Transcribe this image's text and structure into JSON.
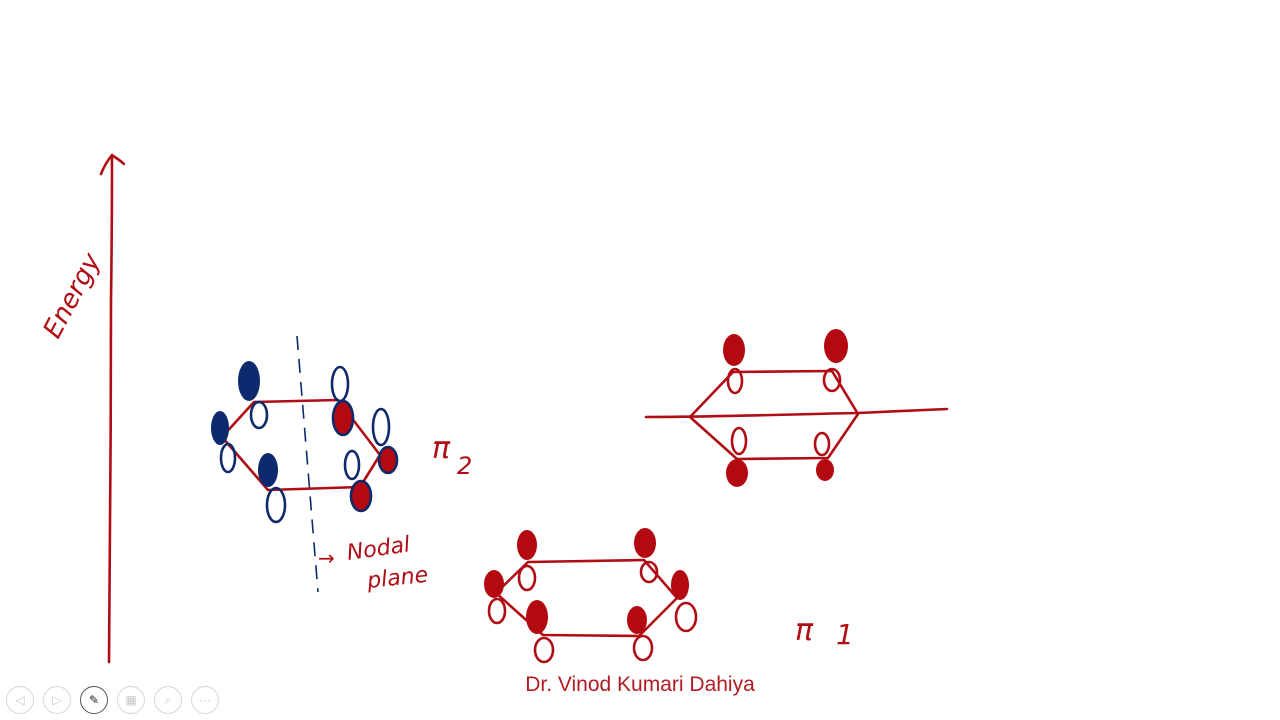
{
  "slide": {
    "axis": {
      "label": "Energy",
      "color": "#b00d14"
    },
    "orbitals": [
      {
        "id": "pi2",
        "label": "π2",
        "label_symbol": "π",
        "label_subscript": "2",
        "annotation": "Nodal plane",
        "annotation_arrow": "→",
        "lobe_colors": [
          "#0e2a6e",
          "#b30a12"
        ]
      },
      {
        "id": "pi2-degenerate",
        "label": "",
        "note": "nodal plane through atoms (horizontal)"
      },
      {
        "id": "pi1",
        "label": "π1",
        "label_symbol": "π",
        "label_subscript": "1",
        "lobe_colors": [
          "#b30a12"
        ]
      }
    ],
    "annotation_nodal": {
      "arrow": "→",
      "line1": "Nodal",
      "line2": "plane"
    },
    "label_pi2": {
      "symbol": "π",
      "sub": "2"
    },
    "label_pi1": {
      "symbol": "π",
      "sub": "1"
    }
  },
  "footer": {
    "credit": "Dr. Vinod Kumari Dahiya",
    "color": "#b01c22"
  },
  "controls": [
    {
      "name": "previous-slide",
      "icon": "◁"
    },
    {
      "name": "next-slide",
      "icon": "▷"
    },
    {
      "name": "pen-tool",
      "icon": "✎",
      "active": true
    },
    {
      "name": "see-all-slides",
      "icon": "▦"
    },
    {
      "name": "zoom",
      "icon": "⌕"
    },
    {
      "name": "more-options",
      "icon": "···"
    }
  ]
}
